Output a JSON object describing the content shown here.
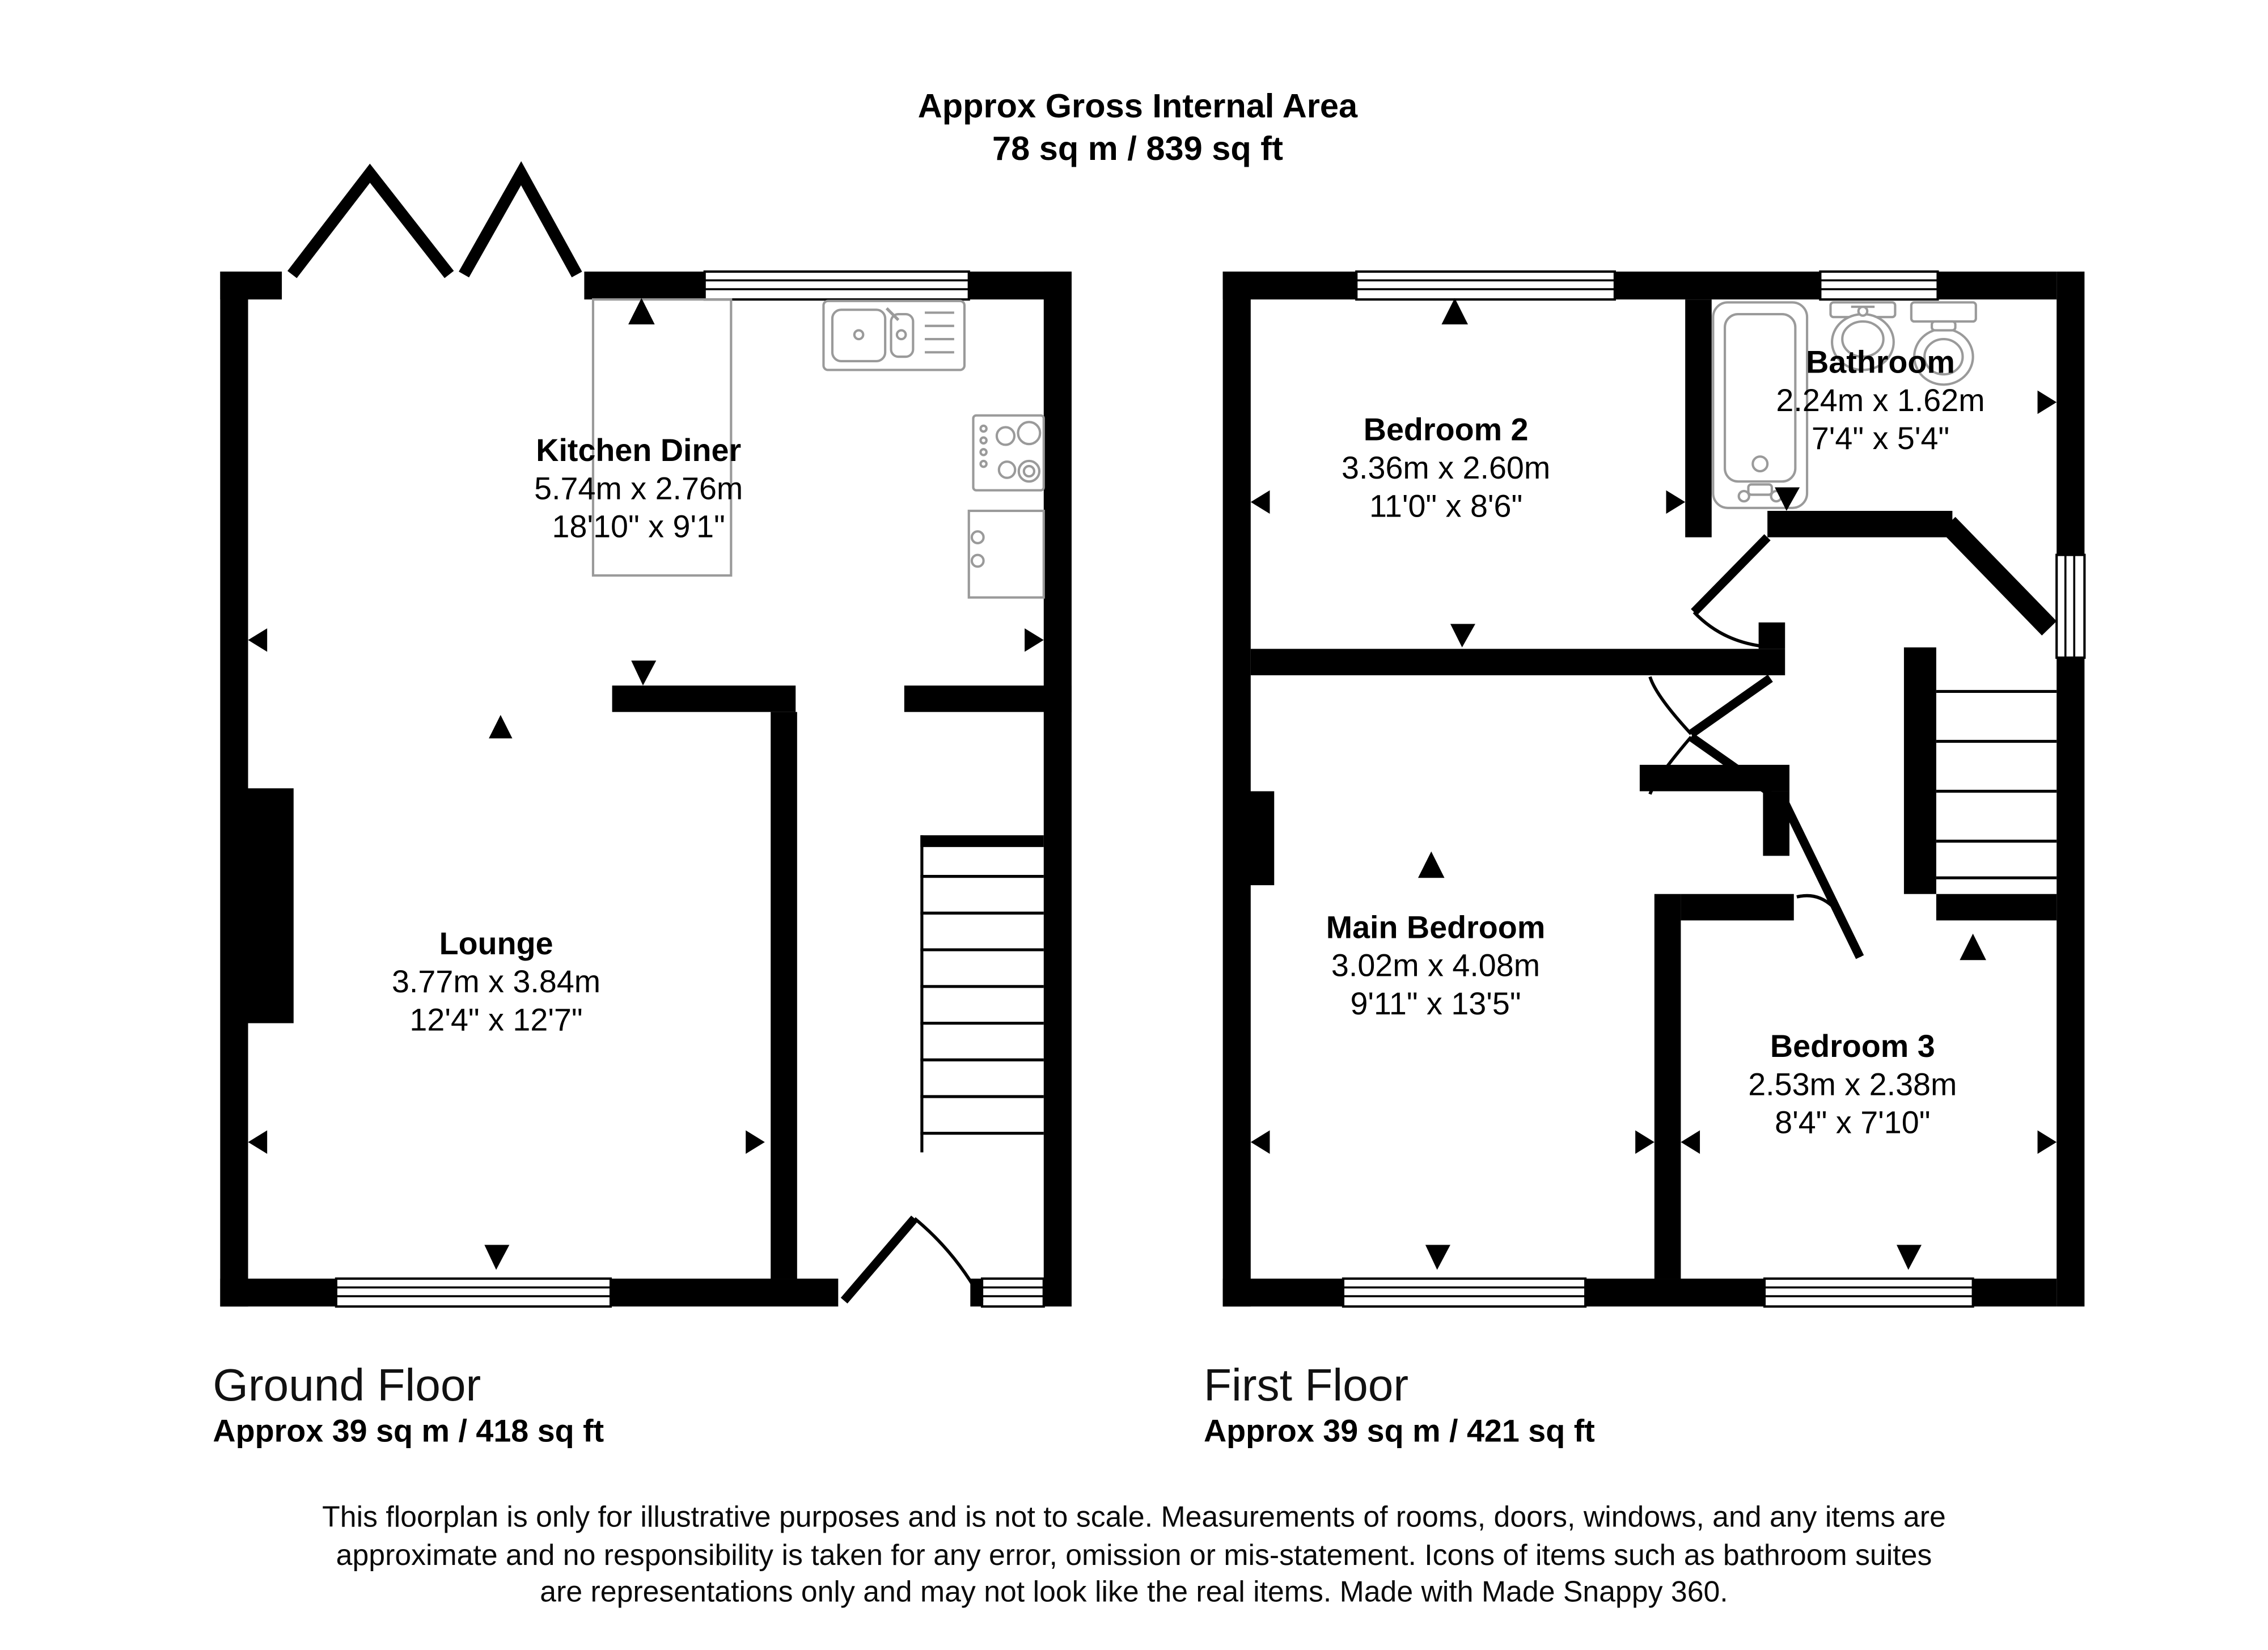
{
  "title": {
    "line1": "Approx Gross Internal Area",
    "line2": "78 sq m / 839 sq ft"
  },
  "ground_floor": {
    "label": "Ground Floor",
    "area": "Approx 39 sq m / 418 sq ft",
    "rooms": {
      "kitchen_diner": {
        "name": "Kitchen Diner",
        "metric": "5.74m x 2.76m",
        "imperial": "18'10\" x 9'1\""
      },
      "lounge": {
        "name": "Lounge",
        "metric": "3.77m x 3.84m",
        "imperial": "12'4\" x 12'7\""
      }
    }
  },
  "first_floor": {
    "label": "First Floor",
    "area": "Approx 39 sq m / 421 sq ft",
    "rooms": {
      "bedroom2": {
        "name": "Bedroom 2",
        "metric": "3.36m x 2.60m",
        "imperial": "11'0\" x 8'6\""
      },
      "bathroom": {
        "name": "Bathroom",
        "metric": "2.24m x 1.62m",
        "imperial": "7'4\" x 5'4\""
      },
      "main_bedroom": {
        "name": "Main Bedroom",
        "metric": "3.02m x 4.08m",
        "imperial": "9'11\" x 13'5\""
      },
      "bedroom3": {
        "name": "Bedroom 3",
        "metric": "2.53m x 2.38m",
        "imperial": "8'4\" x 7'10\""
      }
    }
  },
  "disclaimer": {
    "line1": "This floorplan is only for illustrative purposes and is not to scale. Measurements of rooms, doors, windows, and any items are",
    "line2": "approximate and no responsibility is taken for any error, omission or mis-statement. Icons of items such as bathroom suites",
    "line3": "are representations only and may not look like the real items. Made with Made Snappy 360."
  },
  "colors": {
    "wall": "#000000",
    "fixture": "#9a9a9a",
    "text": "#000000",
    "background": "#ffffff"
  }
}
